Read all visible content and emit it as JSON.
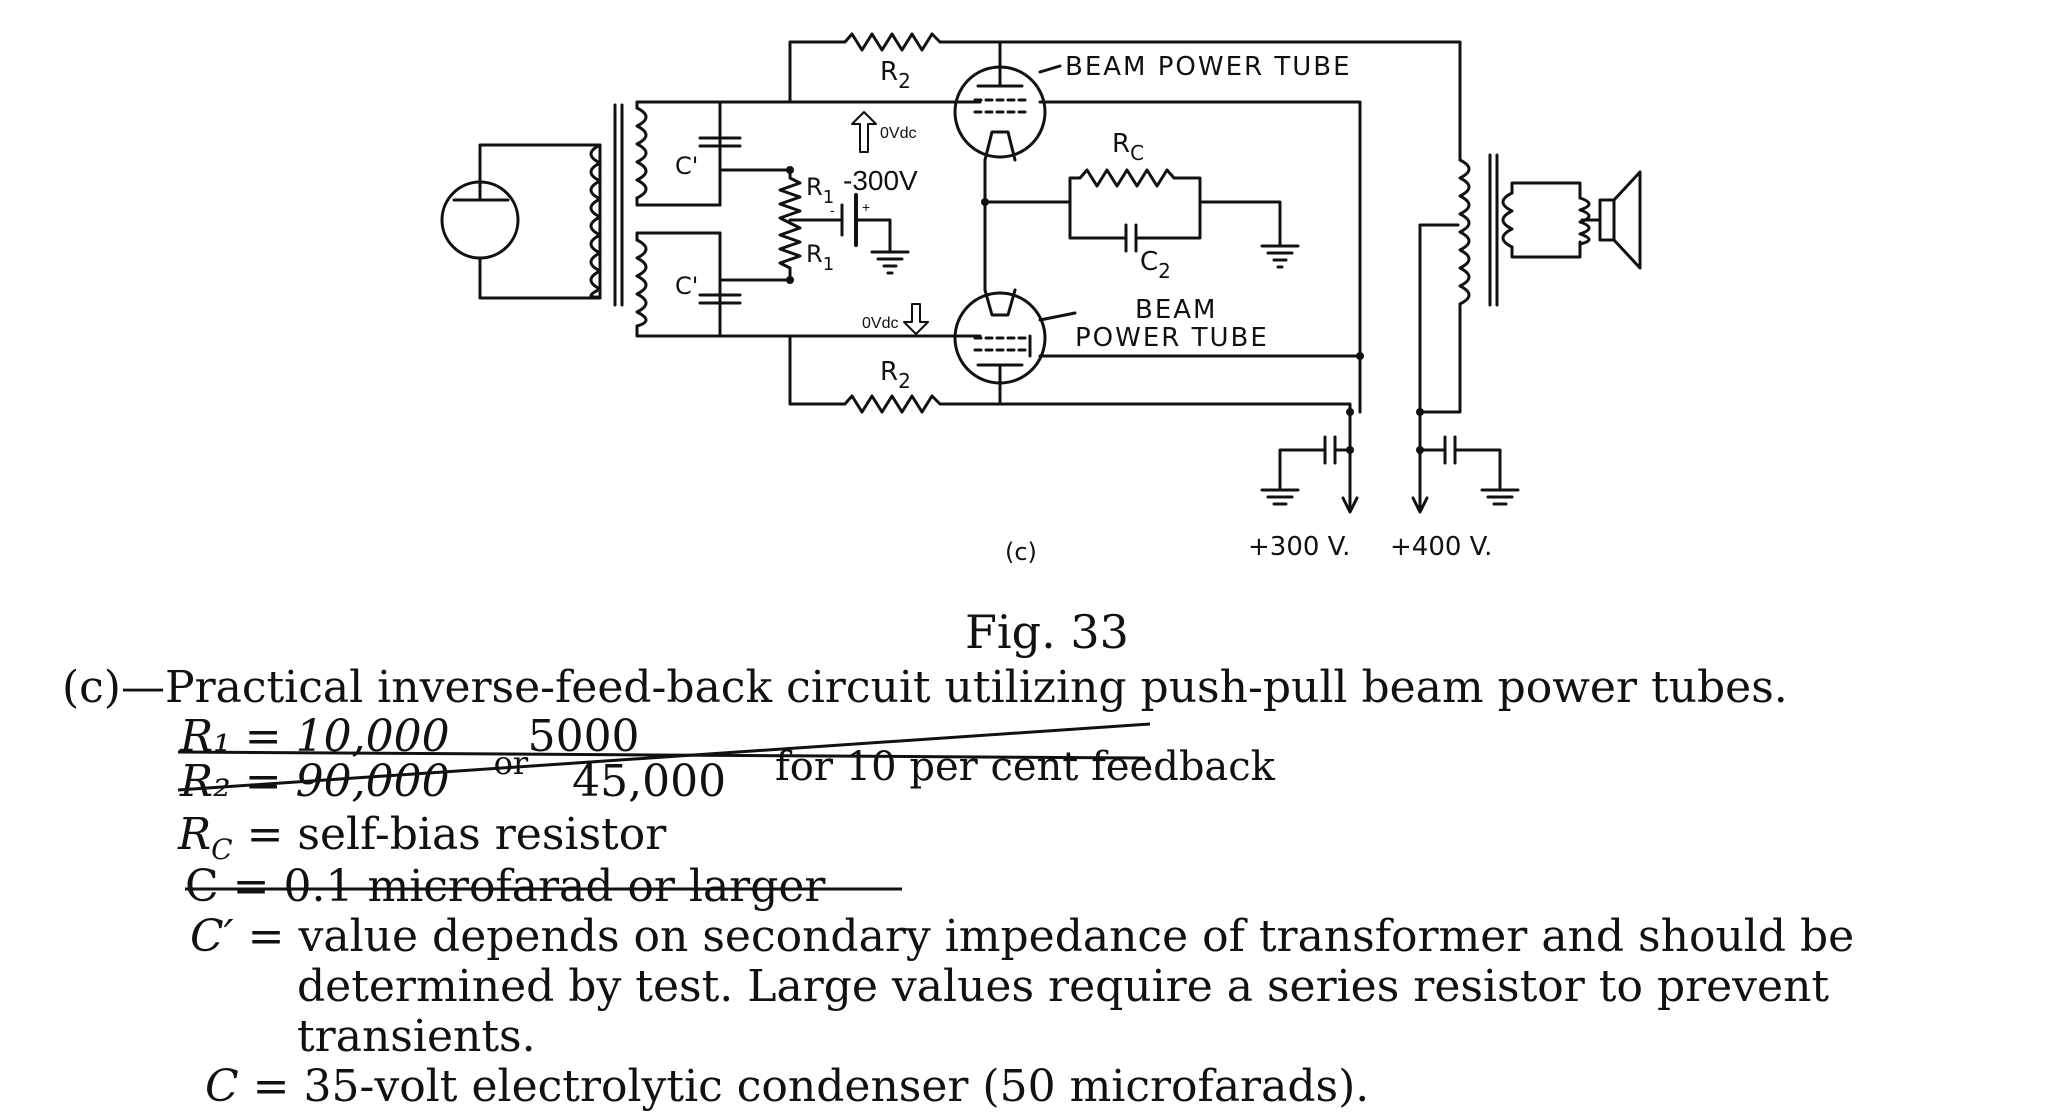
{
  "diagram": {
    "labels": {
      "r2_top": "R",
      "r2_top_sub": "2",
      "r2_bottom": "R",
      "r2_bottom_sub": "2",
      "r1": "R",
      "r1_sub": "1",
      "r1_prime": "R",
      "r1_prime_sub": "1",
      "rc": "R",
      "rc_sub": "C",
      "c2": "C",
      "c2_sub": "2",
      "c_prime_top": "C'",
      "c_prime_bottom": "C'",
      "beam_top": "BEAM POWER TUBE",
      "beam_bottom_1": "BEAM",
      "beam_bottom_2": "POWER TUBE",
      "v_minus300": "-300V",
      "v_0dc_top": "0Vdc",
      "v_0dc_bottom": "0Vdc",
      "plus300": "+300 V.",
      "plus400": "+400 V.",
      "panel": "(c)",
      "battery_minus": "-",
      "battery_plus": "+"
    }
  },
  "caption": {
    "fig": "Fig. 33",
    "desc": "(c)—Practical inverse-feed-back circuit utilizing push-pull beam power tubes.",
    "r1_line": "R₁ = 10,000",
    "r1_alt": "5000",
    "or": "or",
    "feedback": "for 10 per cent feedback",
    "r2_line": "R₂ = 90,000",
    "r2_alt": "45,000",
    "rc_sym": "R",
    "rc_sub": "C",
    "rc_def": "= self-bias resistor",
    "c_line": "C = 0.1 microfarad or larger",
    "cp_sym": "C′",
    "cp_def1": "= value depends on secondary impedance of transformer and should be",
    "cp_def2": "determined by test. Large values require a series resistor to prevent",
    "cp_def3": "transients.",
    "c_sym": "C",
    "c_def": "= 35-volt electrolytic condenser (50 microfarads)."
  }
}
